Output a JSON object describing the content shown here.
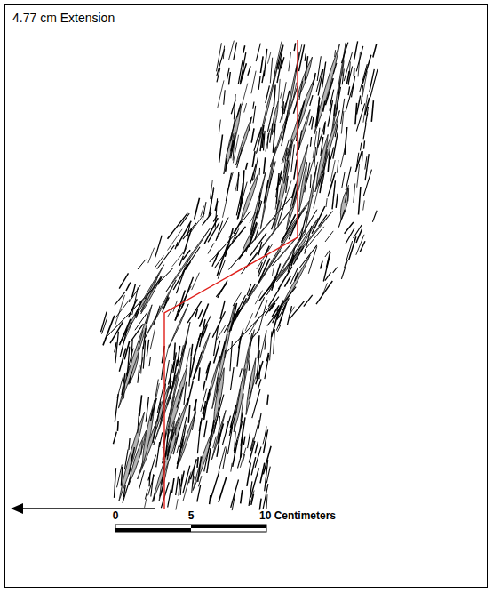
{
  "diagram": {
    "title": "4.77 cm Extension",
    "labels": [
      "0",
      "5",
      "10 Centimeters"
    ]
  }
}
